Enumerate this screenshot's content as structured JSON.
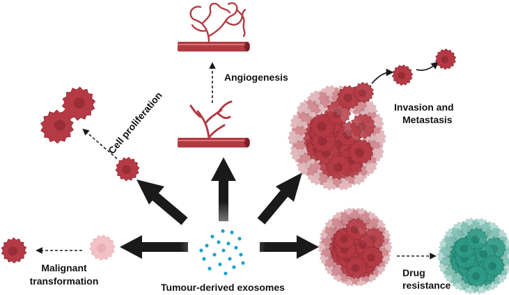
{
  "labels": {
    "exosomes": "Tumour-derived exosomes",
    "angiogenesis": "Angiogenesis",
    "cell_proliferation": "Cell proliferation",
    "invasion_line1": "Invasion and",
    "invasion_line2": "Metastasis",
    "malignant_line1": "Malignant",
    "malignant_line2": "transformation",
    "drug_line1": "Drug",
    "drug_line2": "resistance"
  },
  "colors": {
    "tumour_cell": "#b53a45",
    "tumour_cell_dark": "#8e2a33",
    "tumour_cell_light": "#d97a82",
    "normal_cell": "#f3c2c6",
    "resistant_cell": "#2f9b86",
    "resistant_cell_dark": "#1f7565",
    "vessel": "#b33a42",
    "exosome": "#1fa3c9",
    "arrow": "#1a1a1a"
  }
}
